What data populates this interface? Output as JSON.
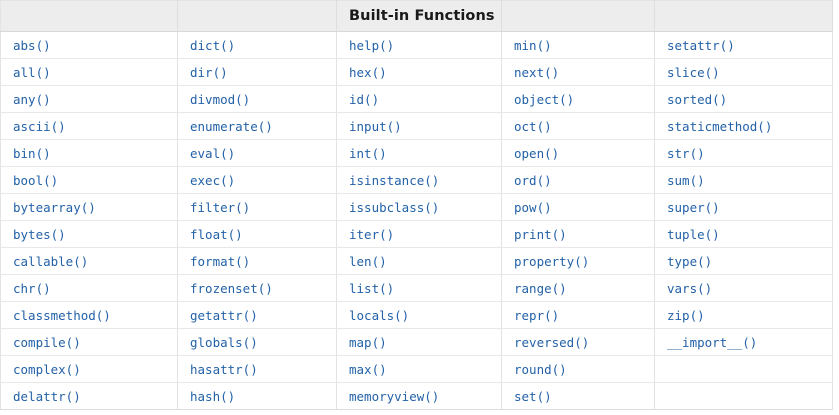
{
  "table": {
    "title": "Built-in Functions",
    "title_column_index": 2,
    "header_cells": [
      "",
      "",
      "Built-in Functions",
      "",
      ""
    ],
    "columns": [
      {
        "name": "column-1",
        "cells": [
          "abs()",
          "all()",
          "any()",
          "ascii()",
          "bin()",
          "bool()",
          "bytearray()",
          "bytes()",
          "callable()",
          "chr()",
          "classmethod()",
          "compile()",
          "complex()",
          "delattr()"
        ]
      },
      {
        "name": "column-2",
        "cells": [
          "dict()",
          "dir()",
          "divmod()",
          "enumerate()",
          "eval()",
          "exec()",
          "filter()",
          "float()",
          "format()",
          "frozenset()",
          "getattr()",
          "globals()",
          "hasattr()",
          "hash()"
        ]
      },
      {
        "name": "column-3",
        "cells": [
          "help()",
          "hex()",
          "id()",
          "input()",
          "int()",
          "isinstance()",
          "issubclass()",
          "iter()",
          "len()",
          "list()",
          "locals()",
          "map()",
          "max()",
          "memoryview()"
        ]
      },
      {
        "name": "column-4",
        "cells": [
          "min()",
          "next()",
          "object()",
          "oct()",
          "open()",
          "ord()",
          "pow()",
          "print()",
          "property()",
          "range()",
          "repr()",
          "reversed()",
          "round()",
          "set()"
        ]
      },
      {
        "name": "column-5",
        "cells": [
          "setattr()",
          "slice()",
          "sorted()",
          "staticmethod()",
          "str()",
          "sum()",
          "super()",
          "tuple()",
          "type()",
          "vars()",
          "zip()",
          "__import__()",
          "",
          ""
        ]
      }
    ],
    "row_count": 14,
    "column_count": 5,
    "colors": {
      "function_text": "#2362a8",
      "header_background": "#ededed",
      "header_text": "#1a1a1a",
      "cell_background": "#ffffff",
      "border": "#e3e3e3"
    }
  }
}
